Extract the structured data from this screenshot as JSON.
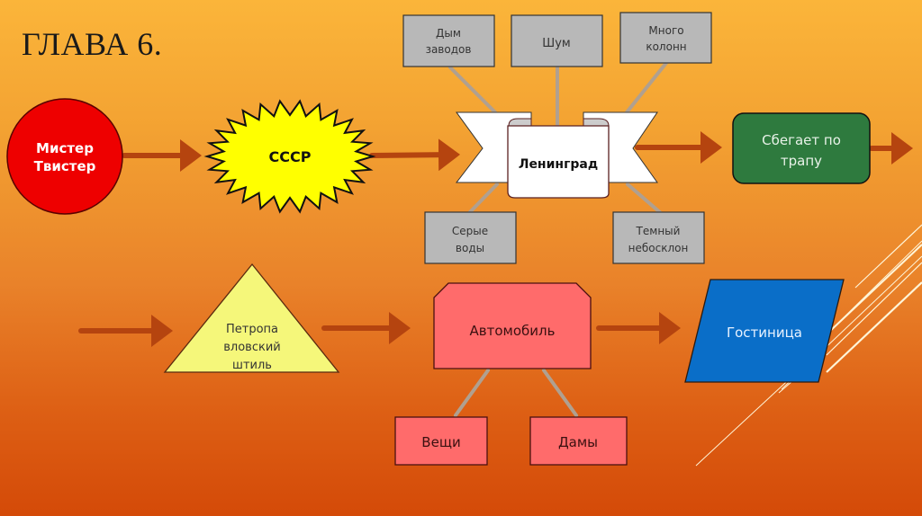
{
  "slide": {
    "title": "ГЛАВА 6."
  },
  "nodes": {
    "mister_twister": {
      "line1": "Мистер",
      "line2": "Твистер",
      "fill": "#ee0000"
    },
    "ussr": {
      "label": "СССР",
      "fill": "#ffff00"
    },
    "leningrad": {
      "label": "Ленинград",
      "fill": "#ffffff"
    },
    "smoke": {
      "line1": "Дым",
      "line2": "заводов"
    },
    "noise": {
      "label": "Шум"
    },
    "columns": {
      "line1": "Много",
      "line2": "колонн"
    },
    "grey_waters": {
      "line1": "Серые",
      "line2": "воды"
    },
    "dark_sky": {
      "line1": "Темный",
      "line2": "небосклон"
    },
    "gangway": {
      "line1": "Сбегает по",
      "line2": "трапу",
      "fill": "#2e7a3e"
    },
    "petropavlovsk": {
      "line1": "Петропа",
      "line2": "вловский",
      "line3": "штиль",
      "fill": "#f5f77a"
    },
    "car": {
      "label": "Автомобиль",
      "fill": "#ff6b6b"
    },
    "hotel": {
      "label": "Гостиница",
      "fill": "#0a6ec8"
    },
    "things": {
      "label": "Вещи"
    },
    "ladies": {
      "label": "Дамы"
    }
  },
  "colors": {
    "arrow": "#b5440f",
    "connector": "#b0a090",
    "grey_box": "#b8b8b8"
  }
}
